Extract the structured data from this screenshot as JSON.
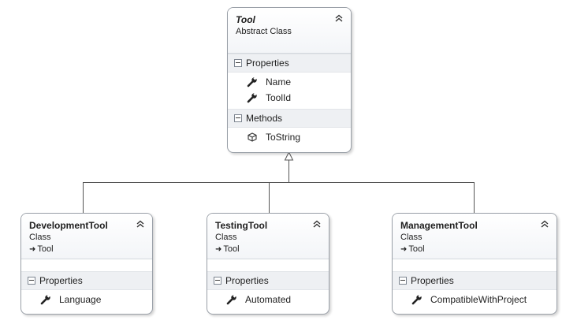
{
  "diagram": {
    "base_class": {
      "name": "Tool",
      "kind": "Abstract Class",
      "sections": [
        {
          "title": "Properties",
          "members": [
            {
              "name": "Name",
              "icon": "wrench-icon"
            },
            {
              "name": "ToolId",
              "icon": "wrench-icon"
            }
          ]
        },
        {
          "title": "Methods",
          "members": [
            {
              "name": "ToString",
              "icon": "method-cube-icon"
            }
          ]
        }
      ]
    },
    "derived_classes": [
      {
        "name": "DevelopmentTool",
        "kind": "Class",
        "base": "Tool",
        "sections": [
          {
            "title": "Properties",
            "members": [
              {
                "name": "Language",
                "icon": "wrench-icon"
              }
            ]
          }
        ]
      },
      {
        "name": "TestingTool",
        "kind": "Class",
        "base": "Tool",
        "sections": [
          {
            "title": "Properties",
            "members": [
              {
                "name": "Automated",
                "icon": "wrench-icon"
              }
            ]
          }
        ]
      },
      {
        "name": "ManagementTool",
        "kind": "Class",
        "base": "Tool",
        "sections": [
          {
            "title": "Properties",
            "members": [
              {
                "name": "CompatibleWithProject",
                "icon": "wrench-icon"
              }
            ]
          }
        ]
      }
    ]
  },
  "colors": {
    "border": "#9aa0a8",
    "section_bg": "#eef0f3",
    "connector": "#555555"
  }
}
